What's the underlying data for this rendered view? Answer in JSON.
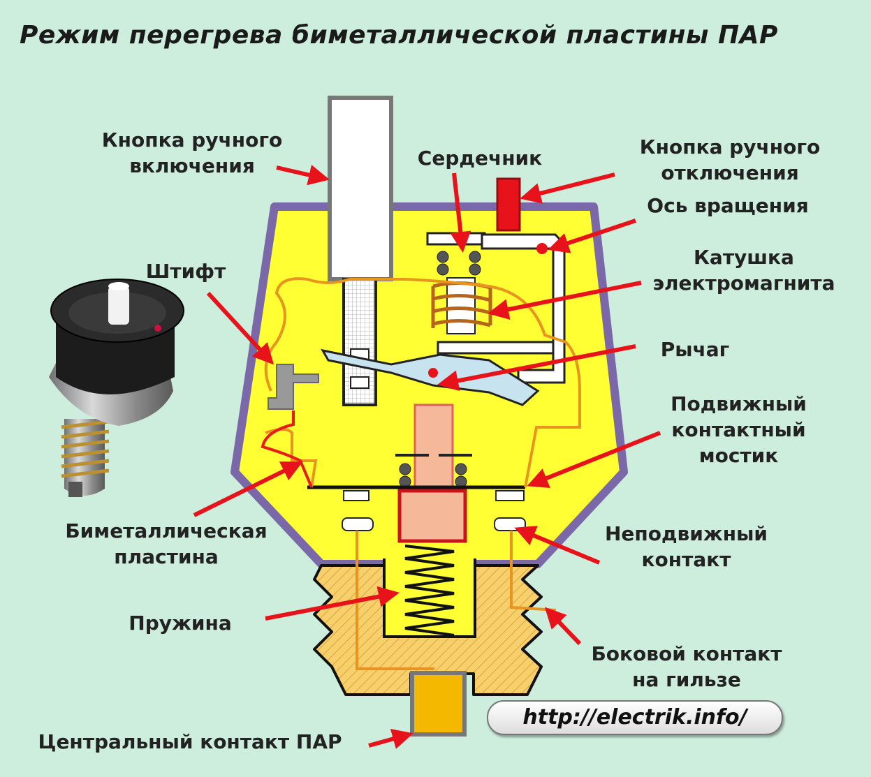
{
  "title": "Режим перегрева биметаллической пластины  ПАР",
  "labels": {
    "manual_on": [
      "Кнопка ручного",
      "включения"
    ],
    "core": "Сердечник",
    "manual_off": [
      "Кнопка ручного",
      "отключения"
    ],
    "pivot": "Ось вращения",
    "pin": "Штифт",
    "coil": [
      "Катушка",
      "электромагнита"
    ],
    "lever": "Рычаг",
    "movable_bridge": [
      "Подвижный",
      "контактный",
      "мостик"
    ],
    "bimetal": [
      "Биметаллическая",
      "пластина"
    ],
    "fixed_contact": [
      "Неподвижный",
      "контакт"
    ],
    "spring": "Пружина",
    "side_contact": [
      "Боковой контакт",
      "на гильзе"
    ],
    "central_contact": "Центральный контакт ПАР"
  },
  "url": "http://electrik.info/",
  "colors": {
    "background": "#cdeedd",
    "housing_fill": "#ffff33",
    "housing_border": "#7b68a8",
    "arrow": "#e8121a",
    "wire": "#e8951f",
    "base_fill": "#f7cf6b",
    "contact_rod": "#f5b99a",
    "contact_rod_border": "#c8141a",
    "lever": "#c6e3ef",
    "central_contact": "#f5b800"
  }
}
